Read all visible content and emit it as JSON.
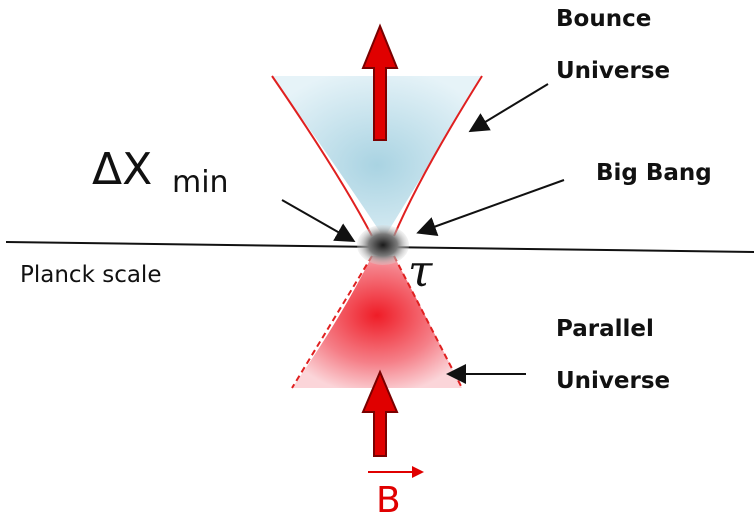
{
  "labels": {
    "bounce_line1": "Bounce",
    "bounce_line2": "Universe",
    "big_bang": "Big Bang",
    "delta_main": "ΔX",
    "delta_sub": "min",
    "planck_scale": "Planck scale",
    "tau": "τ",
    "parallel_line1": "Parallel",
    "parallel_line2": "Universe",
    "vector_b": "B"
  },
  "colors": {
    "cone_upper_fill": "#bfe0ea",
    "cone_upper_edge": "#e02020",
    "cone_lower_fill": "#f03030",
    "arrow_red": "#e00000",
    "arrow_outline": "#7a0000",
    "vector_label": "#e00000",
    "axis_line": "#111111"
  }
}
